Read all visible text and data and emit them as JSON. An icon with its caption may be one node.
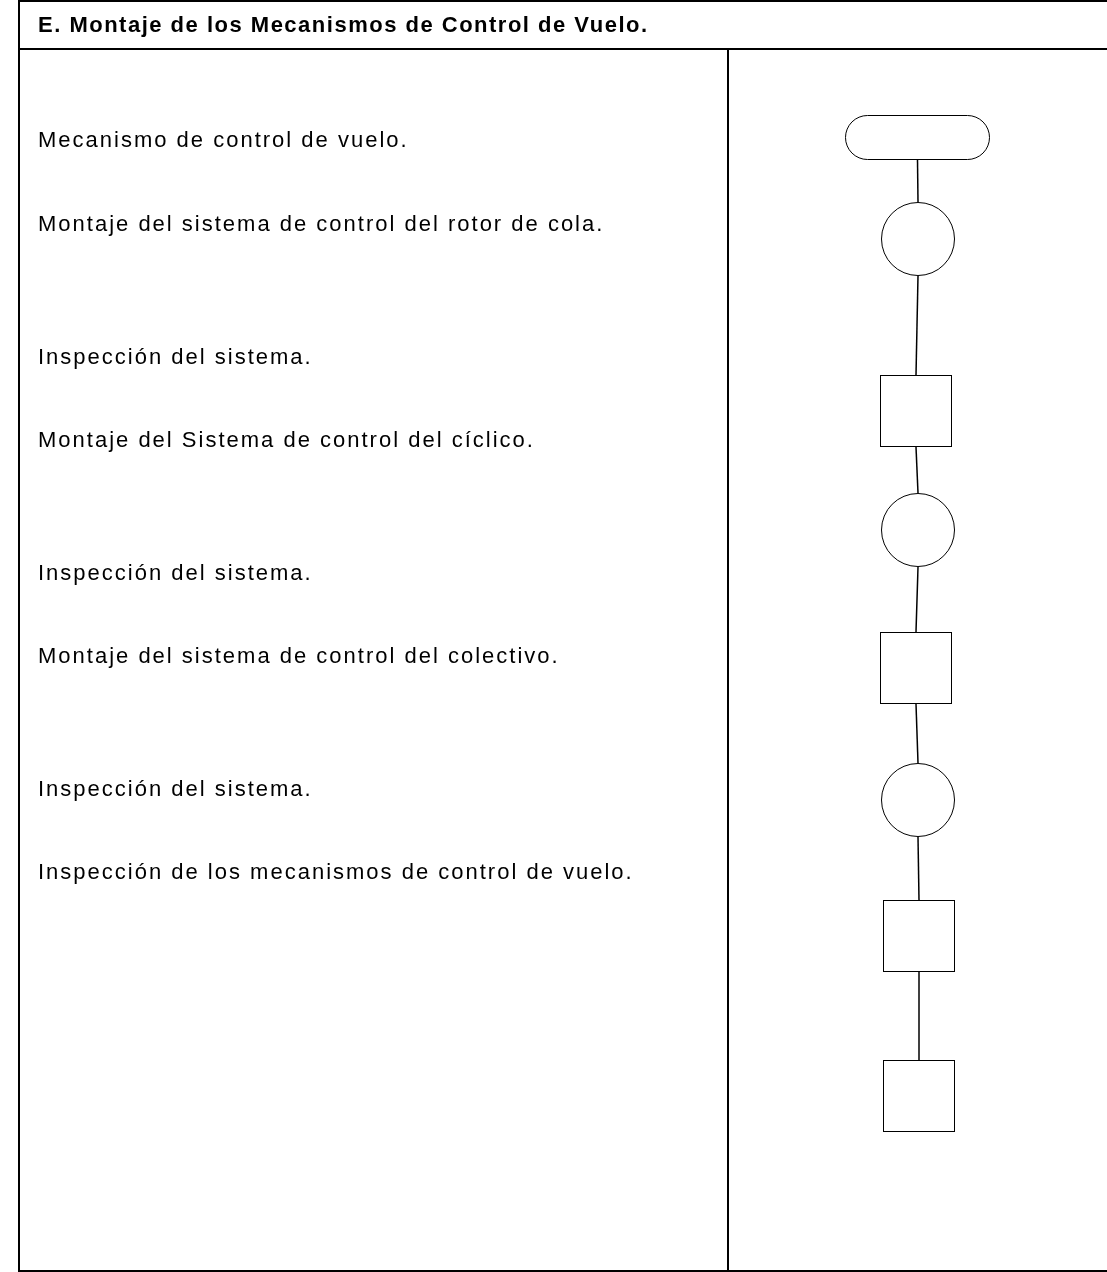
{
  "diagram": {
    "title": "E. Montaje de los Mecanismos de Control de Vuelo.",
    "nodes": [
      {
        "text": [],
        "shape": "pill"
      },
      {
        "text": [],
        "shape": "circle"
      },
      {
        "text": [],
        "shape": "box"
      },
      {
        "text": [],
        "shape": "circle"
      },
      {
        "text": [],
        "shape": "box"
      },
      {
        "text": [],
        "shape": "circle"
      },
      {
        "text": [],
        "shape": "box"
      },
      {
        "text": [],
        "shape": "box"
      }
    ],
    "edges": [
      {
        "from": 0,
        "to": 1,
        "arrow": "none"
      },
      {
        "from": 1,
        "to": 2,
        "arrow": "none"
      },
      {
        "from": 2,
        "to": 3,
        "arrow": "none"
      },
      {
        "from": 3,
        "to": 4,
        "arrow": "none"
      },
      {
        "from": 4,
        "to": 5,
        "arrow": "none"
      },
      {
        "from": 5,
        "to": 6,
        "arrow": "none"
      },
      {
        "from": 6,
        "to": 7,
        "arrow": "none"
      }
    ],
    "labels": [
      "Mecanismo de control de vuelo.",
      "Montaje del sistema de control del rotor de cola.",
      "Inspección del sistema.",
      "Montaje del Sistema de control del cíclico.",
      "Inspección del sistema.",
      "Montaje del sistema de control del colectivo.",
      "Inspección del sistema.",
      "Inspección de los mecanismos de control de vuelo."
    ]
  }
}
